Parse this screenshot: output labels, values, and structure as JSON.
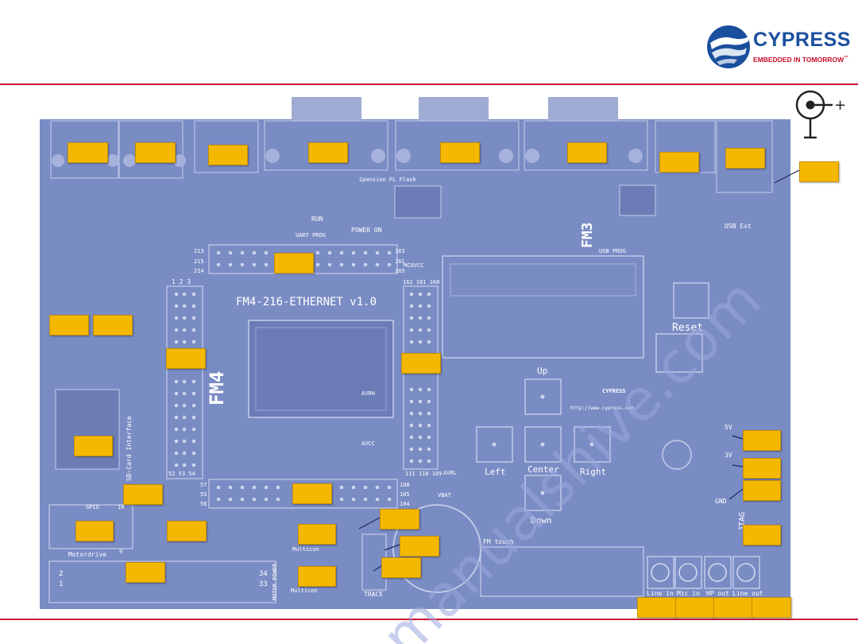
{
  "brand": {
    "name": "CYPRESS",
    "tagline": "EMBEDDED IN TOMORROW",
    "tagline_mark": "™"
  },
  "board": {
    "title": "FM4-216-ETHERNET v1.0",
    "watermark": "manualshive.com",
    "labels": {
      "fm4_logo": "FM4",
      "fm3_logo": "FM3",
      "reset": "Reset",
      "up": "Up",
      "left": "Left",
      "center": "Center",
      "right": "Right",
      "down": "Down",
      "line_in": "Line in",
      "mic_in": "Mic in",
      "hp_out": "HP out",
      "line_out": "Line out",
      "jtag": "JTAG",
      "gnd": "GND",
      "v5": "5V",
      "v3": "3V",
      "fm_touch": "FM touch",
      "motordrive": "Motordrive",
      "trace": "TRACE",
      "sd_card": "SD-Card Interface",
      "spansion_flash": "Spansion FL Flash",
      "power_on": "POWER ON",
      "uart_prog": "UART PROG",
      "run": "RUN",
      "usb_prog": "USB PROG",
      "usb_ext": "USB Ext",
      "vbat": "VBAT",
      "avrh": "AVRH",
      "avcc": "AVCC",
      "avrl": "AVRL",
      "mcuvcc": "MCUVCC",
      "url": "http://www.cypress.com",
      "cypress_small": "CYPRESS",
      "multicon": "Multicon",
      "gpio": "GPIO",
      "motor_power": "MOTOR POWER",
      "pin_213": "213",
      "pin_215": "215",
      "pin_214": "214",
      "pin_163": "163",
      "pin_161": "161",
      "pin_165": "165",
      "pin_162_161_160": "162 161 160",
      "pin_1_2_3": "1 2 3",
      "pin_52_53_54": "52 53 54",
      "pin_57": "57",
      "pin_55": "55",
      "pin_56": "56",
      "pin_108": "108",
      "pin_105": "105",
      "pin_104": "104",
      "pin_111_110_109": "111 110 109",
      "pin_2": "2",
      "pin_1": "1",
      "pin_34": "34",
      "pin_33": "33",
      "pin_10": "10",
      "pin_9": "9"
    }
  },
  "power_symbol": {
    "name": "dc-power-jack-icon",
    "plus": "+"
  },
  "colors": {
    "board": "#7a8cc4",
    "board_dark": "#5d6ea8",
    "callout": "#f5b800",
    "accent_red": "#c8102e",
    "brand_blue": "#1a4f9e"
  }
}
